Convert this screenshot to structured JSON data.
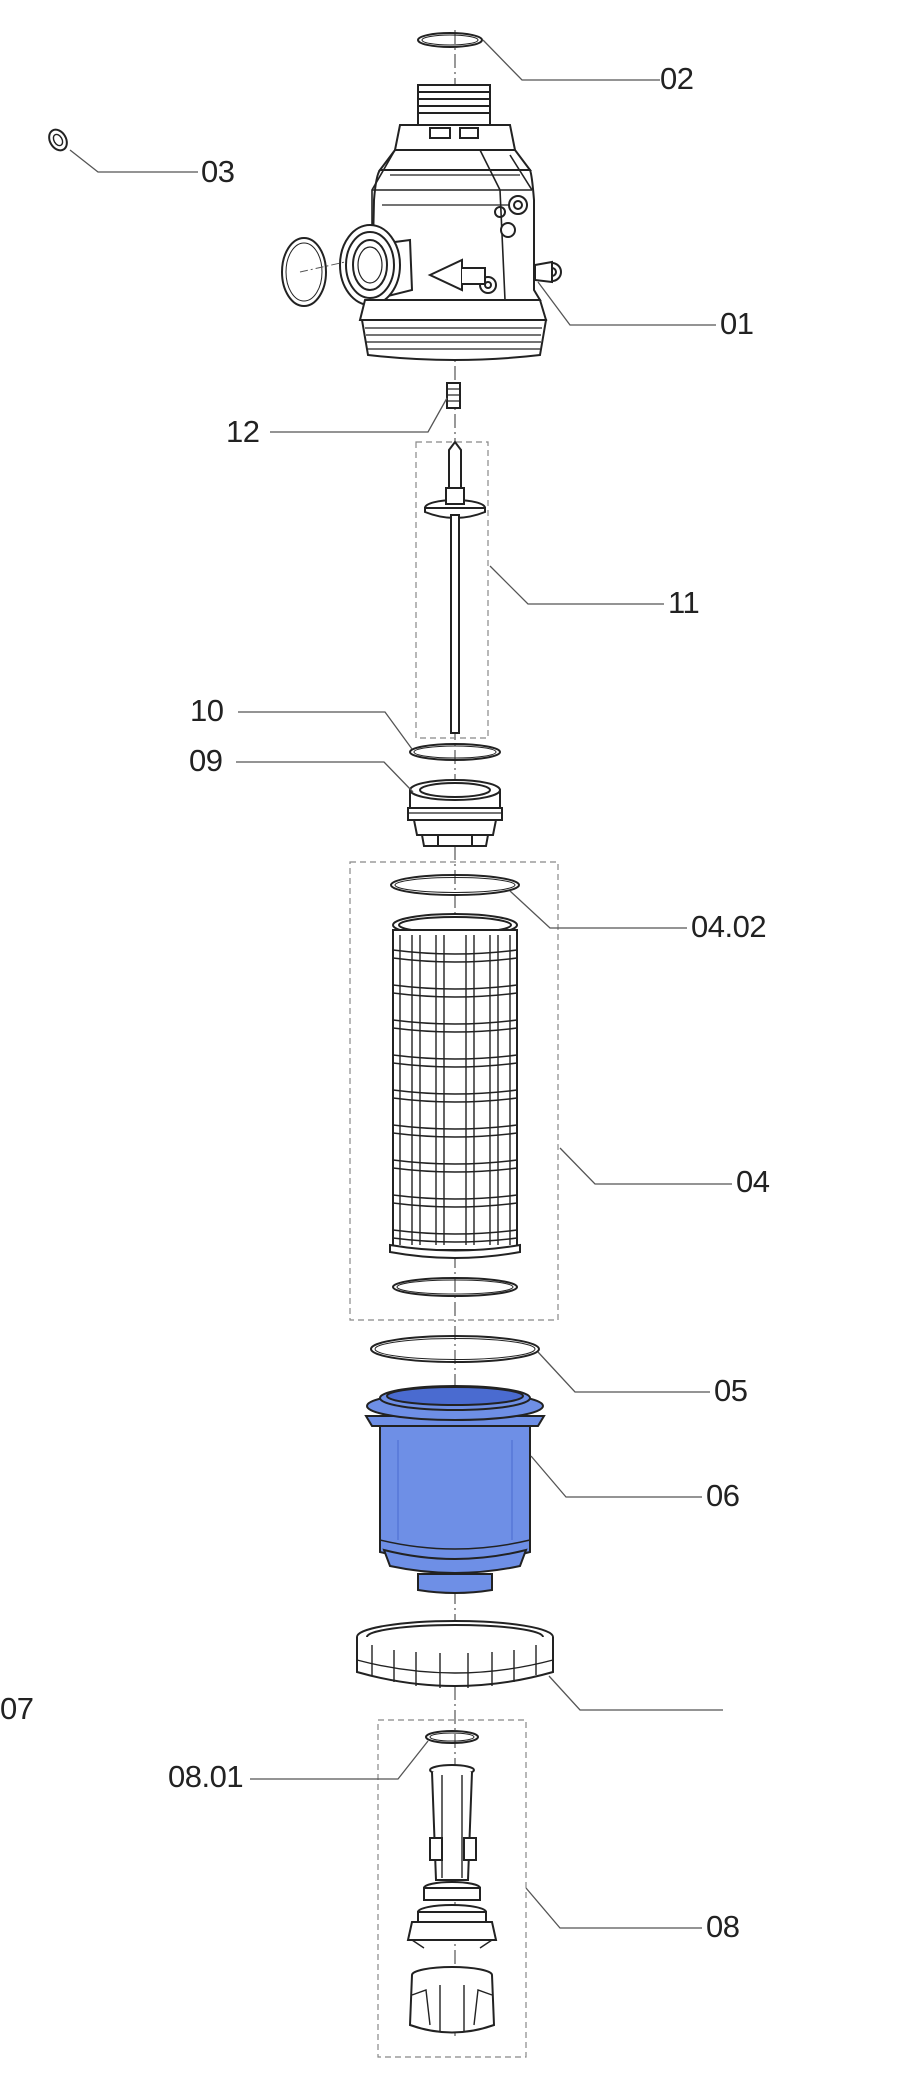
{
  "labels": {
    "p01": "01",
    "p02": "02",
    "p03": "03",
    "p04": "04",
    "p0402": "04.02",
    "p05": "05",
    "p06": "06",
    "p07": "07",
    "p08": "08",
    "p0801": "08.01",
    "p09": "09",
    "p10": "10",
    "p11": "11",
    "p12": "12"
  },
  "colors": {
    "line": "#222222",
    "leader": "#555555",
    "bowl_fill": "#6e8fe6",
    "bowl_dark": "#4a6bd0"
  }
}
